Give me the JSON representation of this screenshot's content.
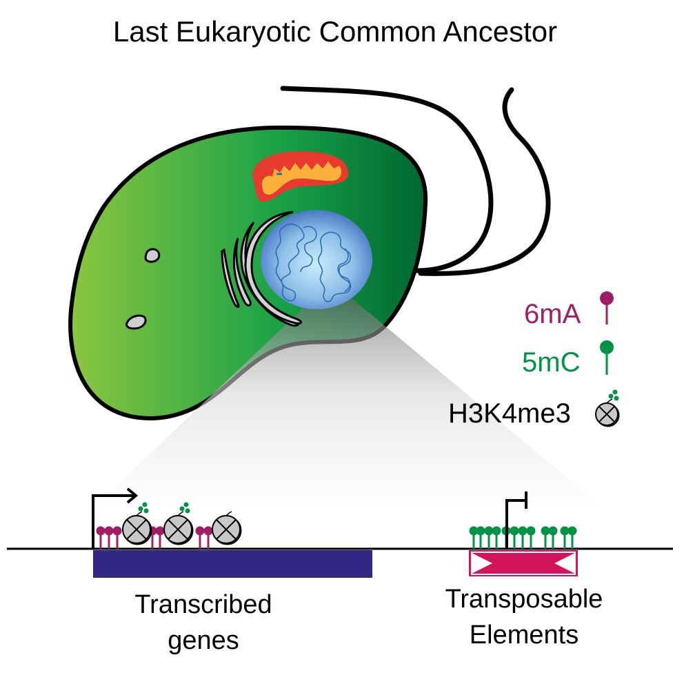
{
  "title": "Last Eukaryotic Common Ancestor",
  "legend": {
    "items": [
      {
        "label": "6mA",
        "color": "#9e1f63",
        "icon": "lollipop-icon"
      },
      {
        "label": "5mC",
        "color": "#009245",
        "icon": "lollipop-icon"
      },
      {
        "label": "H3K4me3",
        "color": "#000000",
        "icon": "nucleosome-icon"
      }
    ]
  },
  "regions": {
    "genes": {
      "label_line1": "Transcribed",
      "label_line2": "genes",
      "color": "#312783"
    },
    "transposons": {
      "label_line1": "Transposable",
      "label_line2": "Elements",
      "color": "#d4145a"
    }
  }
}
